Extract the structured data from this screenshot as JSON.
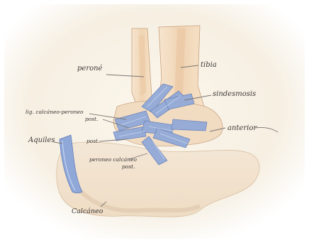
{
  "labels": {
    "peroneo": "peroné",
    "tibia": "tibia",
    "sindesmosis": "sindesmosis",
    "ligamento_line1": "lig. calcáneo-peroneo",
    "posterior_1": "post.",
    "anterior": "anterior",
    "aquiles": "Aquiles",
    "posterior_2": "post.",
    "peroneo_calcaneo_line1": "peroneo calcáneo",
    "peroneo_calcaneo_line2": "post.",
    "calcaneo": "Calcáneo"
  },
  "colors": {
    "background": "#ffffff",
    "paper": "#f6efe2",
    "bone": "#f2dcc0",
    "bone_shadow": "#e0bc96",
    "ligament": "#8fa8d8",
    "ligament_dark": "#5c78b8",
    "ink": "#3c3a38",
    "pencil": "#9b9590"
  }
}
